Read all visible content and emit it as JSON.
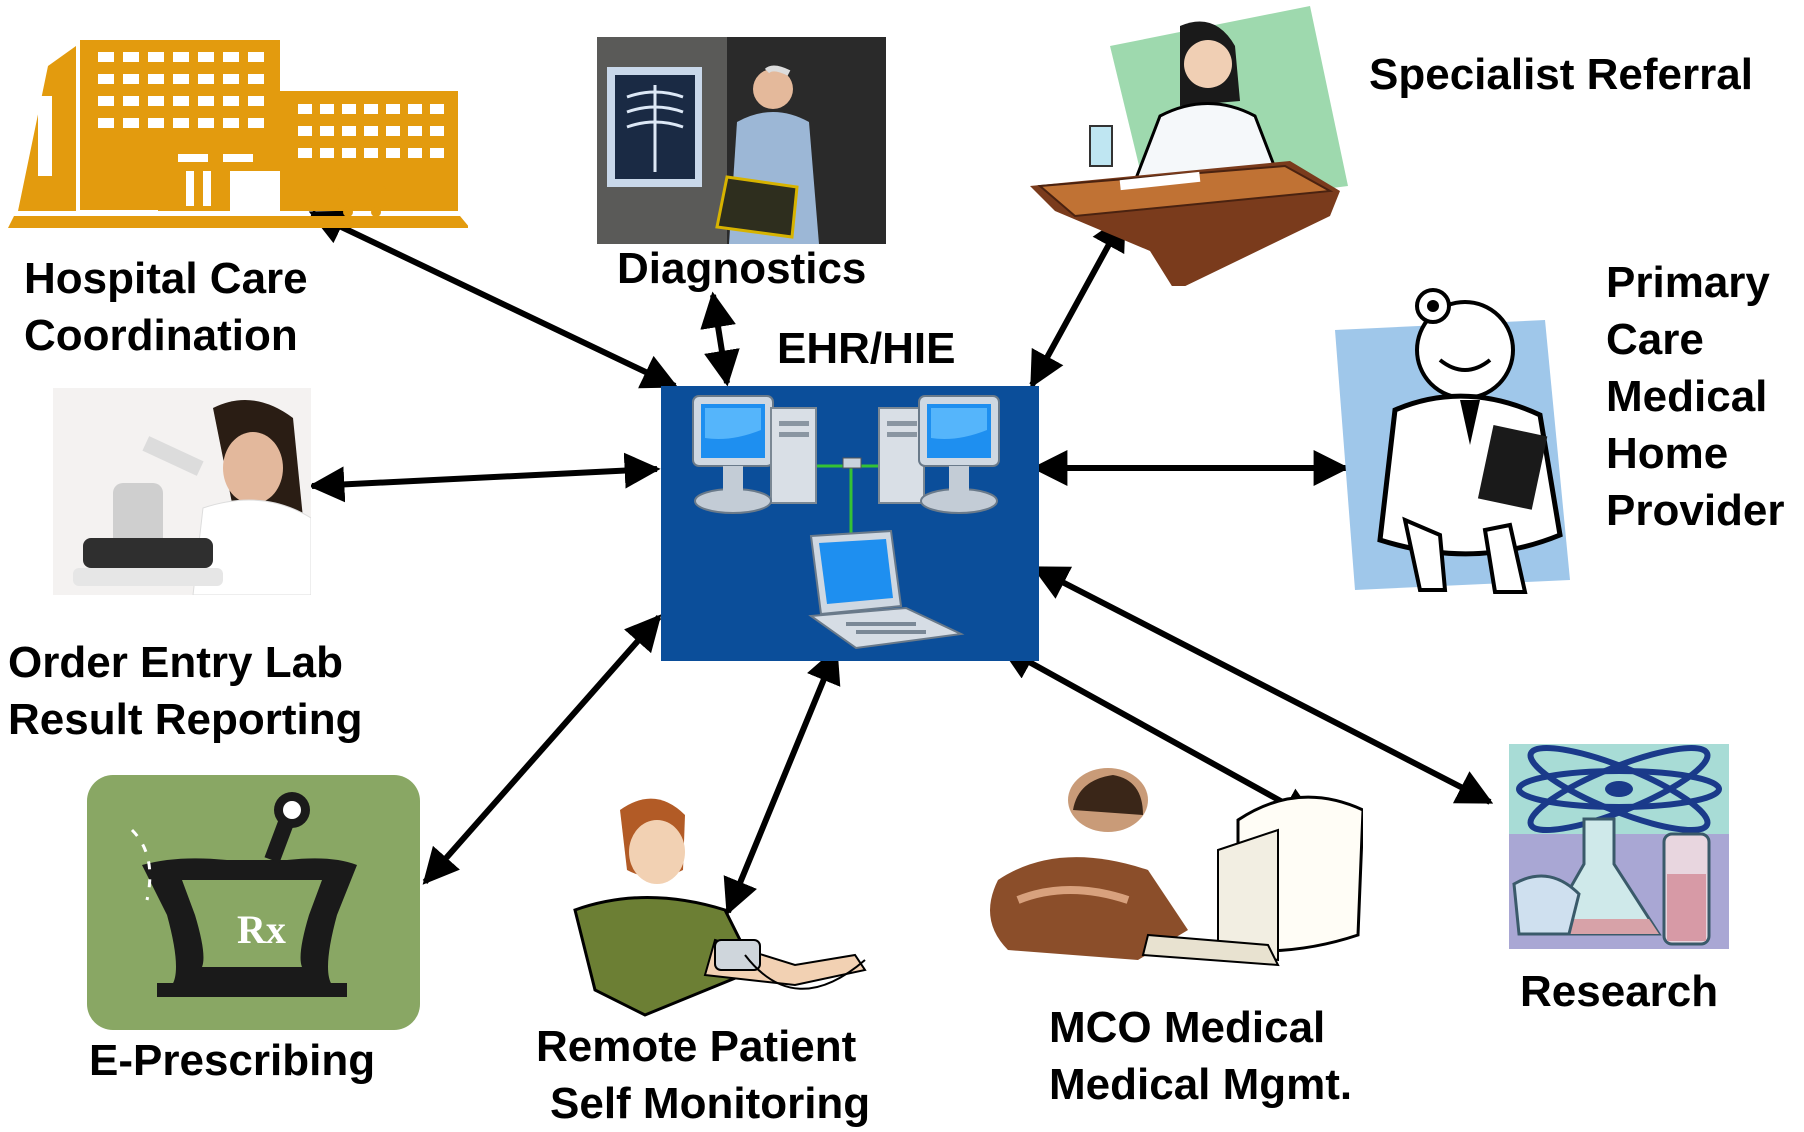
{
  "hub": {
    "label": "EHR/HIE"
  },
  "nodes": {
    "hospital": {
      "label_line1": "Hospital Care",
      "label_line2": "Coordination"
    },
    "diagnostics": {
      "label": "Diagnostics"
    },
    "specialist": {
      "label": "Specialist Referral"
    },
    "primary_care": {
      "label_line1": "Primary",
      "label_line2": "Care",
      "label_line3": "Medical",
      "label_line4": "Home",
      "label_line5": "Provider"
    },
    "lab": {
      "label_line1": "Order Entry Lab",
      "label_line2": "Result Reporting"
    },
    "eprescribing": {
      "label": "E-Prescribing",
      "rx_text": "Rx"
    },
    "remote": {
      "label_line1": "Remote Patient",
      "label_line2": "Self Monitoring"
    },
    "mco": {
      "label_line1": "MCO Medical",
      "label_line2": "Medical Mgmt."
    },
    "research": {
      "label": "Research"
    }
  },
  "colors": {
    "hub_fill": "#0b4e9a",
    "hospital": "#e39b0e",
    "rx_tile": "#89a764",
    "arrow": "#000000"
  }
}
